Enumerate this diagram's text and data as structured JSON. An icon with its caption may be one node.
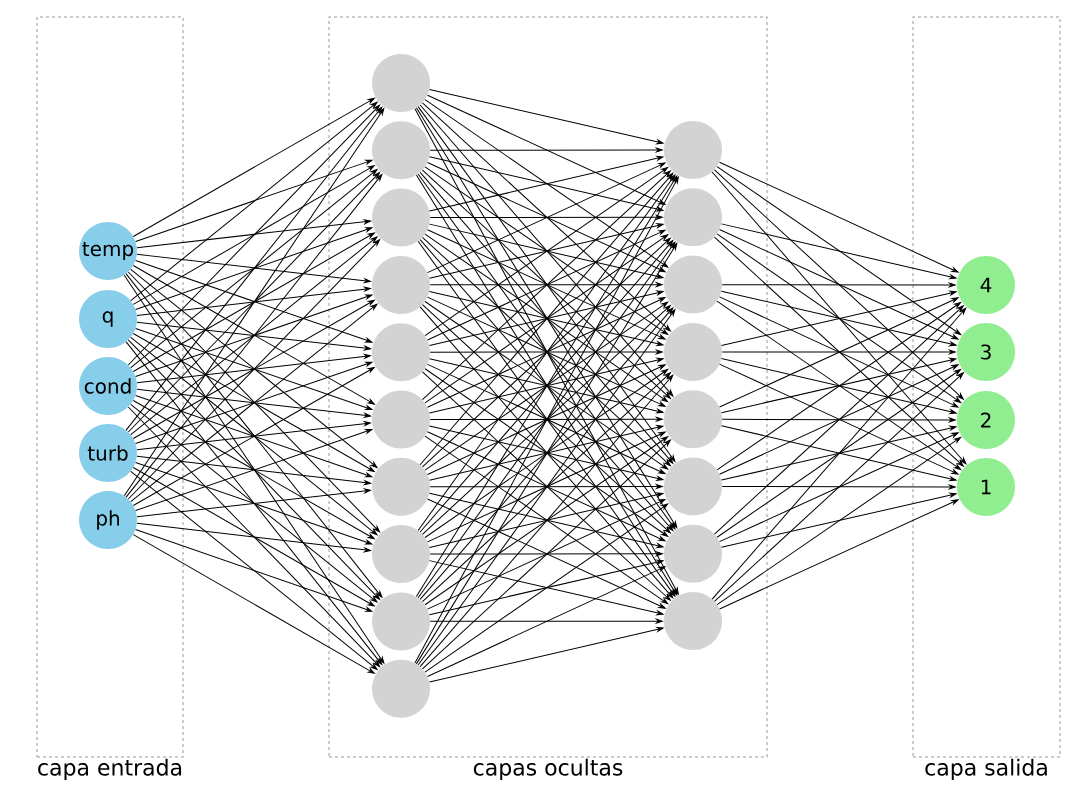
{
  "diagram": {
    "nodes": [
      {
        "text": [
          "capa entrada"
        ]
      },
      {
        "text": [
          "temp"
        ],
        "in": 0
      },
      {
        "text": [
          "q"
        ],
        "in": 0
      },
      {
        "text": [
          "cond"
        ],
        "in": 0
      },
      {
        "text": [
          "turb"
        ],
        "in": 0
      },
      {
        "text": [
          "ph"
        ],
        "in": 0
      },
      {
        "text": [
          "capas ocultas"
        ]
      },
      {
        "text": [],
        "shape": "circle",
        "in": 6
      },
      {
        "text": [],
        "shape": "circle",
        "in": 6
      },
      {
        "text": [],
        "shape": "circle",
        "in": 6
      },
      {
        "text": [],
        "shape": "circle",
        "in": 6
      },
      {
        "text": [],
        "shape": "circle",
        "in": 6
      },
      {
        "text": [],
        "shape": "circle",
        "in": 6
      },
      {
        "text": [],
        "shape": "circle",
        "in": 6
      },
      {
        "text": [],
        "shape": "circle",
        "in": 6
      },
      {
        "text": [],
        "shape": "circle",
        "in": 6
      },
      {
        "text": [],
        "shape": "circle",
        "in": 6
      },
      {
        "text": [],
        "shape": "circle",
        "in": 6
      },
      {
        "text": [],
        "shape": "circle",
        "in": 6
      },
      {
        "text": [],
        "shape": "circle",
        "in": 6
      },
      {
        "text": [],
        "shape": "circle",
        "in": 6
      },
      {
        "text": [],
        "shape": "circle",
        "in": 6
      },
      {
        "text": [],
        "shape": "circle",
        "in": 6
      },
      {
        "text": [],
        "shape": "circle",
        "in": 6
      },
      {
        "text": [],
        "shape": "circle",
        "in": 6
      },
      {
        "text": [
          "capa salida"
        ]
      },
      {
        "text": [
          "4"
        ],
        "in": 25
      },
      {
        "text": [
          "3"
        ],
        "in": 25
      },
      {
        "text": [
          "2"
        ],
        "in": 25
      },
      {
        "text": [
          "1"
        ],
        "in": 25
      }
    ],
    "edges": [
      {
        "from": 1,
        "to": 7,
        "arrow": "to"
      },
      {
        "from": 1,
        "to": 8,
        "arrow": "to"
      },
      {
        "from": 1,
        "to": 9,
        "arrow": "to"
      },
      {
        "from": 1,
        "to": 10,
        "arrow": "to"
      },
      {
        "from": 1,
        "to": 11,
        "arrow": "to"
      },
      {
        "from": 1,
        "to": 12,
        "arrow": "to"
      },
      {
        "from": 1,
        "to": 13,
        "arrow": "to"
      },
      {
        "from": 1,
        "to": 14,
        "arrow": "to"
      },
      {
        "from": 1,
        "to": 15,
        "arrow": "to"
      },
      {
        "from": 1,
        "to": 16,
        "arrow": "to"
      },
      {
        "from": 2,
        "to": 7,
        "arrow": "to"
      },
      {
        "from": 2,
        "to": 8,
        "arrow": "to"
      },
      {
        "from": 2,
        "to": 9,
        "arrow": "to"
      },
      {
        "from": 2,
        "to": 10,
        "arrow": "to"
      },
      {
        "from": 2,
        "to": 11,
        "arrow": "to"
      },
      {
        "from": 2,
        "to": 12,
        "arrow": "to"
      },
      {
        "from": 2,
        "to": 13,
        "arrow": "to"
      },
      {
        "from": 2,
        "to": 14,
        "arrow": "to"
      },
      {
        "from": 2,
        "to": 15,
        "arrow": "to"
      },
      {
        "from": 2,
        "to": 16,
        "arrow": "to"
      },
      {
        "from": 3,
        "to": 7,
        "arrow": "to"
      },
      {
        "from": 3,
        "to": 8,
        "arrow": "to"
      },
      {
        "from": 3,
        "to": 9,
        "arrow": "to"
      },
      {
        "from": 3,
        "to": 10,
        "arrow": "to"
      },
      {
        "from": 3,
        "to": 11,
        "arrow": "to"
      },
      {
        "from": 3,
        "to": 12,
        "arrow": "to"
      },
      {
        "from": 3,
        "to": 13,
        "arrow": "to"
      },
      {
        "from": 3,
        "to": 14,
        "arrow": "to"
      },
      {
        "from": 3,
        "to": 15,
        "arrow": "to"
      },
      {
        "from": 3,
        "to": 16,
        "arrow": "to"
      },
      {
        "from": 4,
        "to": 7,
        "arrow": "to"
      },
      {
        "from": 4,
        "to": 8,
        "arrow": "to"
      },
      {
        "from": 4,
        "to": 9,
        "arrow": "to"
      },
      {
        "from": 4,
        "to": 10,
        "arrow": "to"
      },
      {
        "from": 4,
        "to": 11,
        "arrow": "to"
      },
      {
        "from": 4,
        "to": 12,
        "arrow": "to"
      },
      {
        "from": 4,
        "to": 13,
        "arrow": "to"
      },
      {
        "from": 4,
        "to": 14,
        "arrow": "to"
      },
      {
        "from": 4,
        "to": 15,
        "arrow": "to"
      },
      {
        "from": 4,
        "to": 16,
        "arrow": "to"
      },
      {
        "from": 5,
        "to": 7,
        "arrow": "to"
      },
      {
        "from": 5,
        "to": 8,
        "arrow": "to"
      },
      {
        "from": 5,
        "to": 9,
        "arrow": "to"
      },
      {
        "from": 5,
        "to": 10,
        "arrow": "to"
      },
      {
        "from": 5,
        "to": 11,
        "arrow": "to"
      },
      {
        "from": 5,
        "to": 12,
        "arrow": "to"
      },
      {
        "from": 5,
        "to": 13,
        "arrow": "to"
      },
      {
        "from": 5,
        "to": 14,
        "arrow": "to"
      },
      {
        "from": 5,
        "to": 15,
        "arrow": "to"
      },
      {
        "from": 5,
        "to": 16,
        "arrow": "to"
      },
      {
        "from": 7,
        "to": 17,
        "arrow": "to"
      },
      {
        "from": 7,
        "to": 18,
        "arrow": "to"
      },
      {
        "from": 7,
        "to": 19,
        "arrow": "to"
      },
      {
        "from": 7,
        "to": 20,
        "arrow": "to"
      },
      {
        "from": 7,
        "to": 21,
        "arrow": "to"
      },
      {
        "from": 7,
        "to": 22,
        "arrow": "to"
      },
      {
        "from": 7,
        "to": 23,
        "arrow": "to"
      },
      {
        "from": 7,
        "to": 24,
        "arrow": "to"
      },
      {
        "from": 8,
        "to": 17,
        "arrow": "to"
      },
      {
        "from": 8,
        "to": 18,
        "arrow": "to"
      },
      {
        "from": 8,
        "to": 19,
        "arrow": "to"
      },
      {
        "from": 8,
        "to": 20,
        "arrow": "to"
      },
      {
        "from": 8,
        "to": 21,
        "arrow": "to"
      },
      {
        "from": 8,
        "to": 22,
        "arrow": "to"
      },
      {
        "from": 8,
        "to": 23,
        "arrow": "to"
      },
      {
        "from": 8,
        "to": 24,
        "arrow": "to"
      },
      {
        "from": 9,
        "to": 17,
        "arrow": "to"
      },
      {
        "from": 9,
        "to": 18,
        "arrow": "to"
      },
      {
        "from": 9,
        "to": 19,
        "arrow": "to"
      },
      {
        "from": 9,
        "to": 20,
        "arrow": "to"
      },
      {
        "from": 9,
        "to": 21,
        "arrow": "to"
      },
      {
        "from": 9,
        "to": 22,
        "arrow": "to"
      },
      {
        "from": 9,
        "to": 23,
        "arrow": "to"
      },
      {
        "from": 9,
        "to": 24,
        "arrow": "to"
      },
      {
        "from": 10,
        "to": 17,
        "arrow": "to"
      },
      {
        "from": 10,
        "to": 18,
        "arrow": "to"
      },
      {
        "from": 10,
        "to": 19,
        "arrow": "to"
      },
      {
        "from": 10,
        "to": 20,
        "arrow": "to"
      },
      {
        "from": 10,
        "to": 21,
        "arrow": "to"
      },
      {
        "from": 10,
        "to": 22,
        "arrow": "to"
      },
      {
        "from": 10,
        "to": 23,
        "arrow": "to"
      },
      {
        "from": 10,
        "to": 24,
        "arrow": "to"
      },
      {
        "from": 11,
        "to": 17,
        "arrow": "to"
      },
      {
        "from": 11,
        "to": 18,
        "arrow": "to"
      },
      {
        "from": 11,
        "to": 19,
        "arrow": "to"
      },
      {
        "from": 11,
        "to": 20,
        "arrow": "to"
      },
      {
        "from": 11,
        "to": 21,
        "arrow": "to"
      },
      {
        "from": 11,
        "to": 22,
        "arrow": "to"
      },
      {
        "from": 11,
        "to": 23,
        "arrow": "to"
      },
      {
        "from": 11,
        "to": 24,
        "arrow": "to"
      },
      {
        "from": 12,
        "to": 17,
        "arrow": "to"
      },
      {
        "from": 12,
        "to": 18,
        "arrow": "to"
      },
      {
        "from": 12,
        "to": 19,
        "arrow": "to"
      },
      {
        "from": 12,
        "to": 20,
        "arrow": "to"
      },
      {
        "from": 12,
        "to": 21,
        "arrow": "to"
      },
      {
        "from": 12,
        "to": 22,
        "arrow": "to"
      },
      {
        "from": 12,
        "to": 23,
        "arrow": "to"
      },
      {
        "from": 12,
        "to": 24,
        "arrow": "to"
      },
      {
        "from": 13,
        "to": 17,
        "arrow": "to"
      },
      {
        "from": 13,
        "to": 18,
        "arrow": "to"
      },
      {
        "from": 13,
        "to": 19,
        "arrow": "to"
      },
      {
        "from": 13,
        "to": 20,
        "arrow": "to"
      },
      {
        "from": 13,
        "to": 21,
        "arrow": "to"
      },
      {
        "from": 13,
        "to": 22,
        "arrow": "to"
      },
      {
        "from": 13,
        "to": 23,
        "arrow": "to"
      },
      {
        "from": 13,
        "to": 24,
        "arrow": "to"
      },
      {
        "from": 14,
        "to": 17,
        "arrow": "to"
      },
      {
        "from": 14,
        "to": 18,
        "arrow": "to"
      },
      {
        "from": 14,
        "to": 19,
        "arrow": "to"
      },
      {
        "from": 14,
        "to": 20,
        "arrow": "to"
      },
      {
        "from": 14,
        "to": 21,
        "arrow": "to"
      },
      {
        "from": 14,
        "to": 22,
        "arrow": "to"
      },
      {
        "from": 14,
        "to": 23,
        "arrow": "to"
      },
      {
        "from": 14,
        "to": 24,
        "arrow": "to"
      },
      {
        "from": 15,
        "to": 17,
        "arrow": "to"
      },
      {
        "from": 15,
        "to": 18,
        "arrow": "to"
      },
      {
        "from": 15,
        "to": 19,
        "arrow": "to"
      },
      {
        "from": 15,
        "to": 20,
        "arrow": "to"
      },
      {
        "from": 15,
        "to": 21,
        "arrow": "to"
      },
      {
        "from": 15,
        "to": 22,
        "arrow": "to"
      },
      {
        "from": 15,
        "to": 23,
        "arrow": "to"
      },
      {
        "from": 15,
        "to": 24,
        "arrow": "to"
      },
      {
        "from": 16,
        "to": 17,
        "arrow": "to"
      },
      {
        "from": 16,
        "to": 18,
        "arrow": "to"
      },
      {
        "from": 16,
        "to": 19,
        "arrow": "to"
      },
      {
        "from": 16,
        "to": 20,
        "arrow": "to"
      },
      {
        "from": 16,
        "to": 21,
        "arrow": "to"
      },
      {
        "from": 16,
        "to": 22,
        "arrow": "to"
      },
      {
        "from": 16,
        "to": 23,
        "arrow": "to"
      },
      {
        "from": 16,
        "to": 24,
        "arrow": "to"
      },
      {
        "from": 17,
        "to": 26,
        "arrow": "to"
      },
      {
        "from": 17,
        "to": 27,
        "arrow": "to"
      },
      {
        "from": 17,
        "to": 28,
        "arrow": "to"
      },
      {
        "from": 17,
        "to": 29,
        "arrow": "to"
      },
      {
        "from": 18,
        "to": 26,
        "arrow": "to"
      },
      {
        "from": 18,
        "to": 27,
        "arrow": "to"
      },
      {
        "from": 18,
        "to": 28,
        "arrow": "to"
      },
      {
        "from": 18,
        "to": 29,
        "arrow": "to"
      },
      {
        "from": 19,
        "to": 26,
        "arrow": "to"
      },
      {
        "from": 19,
        "to": 27,
        "arrow": "to"
      },
      {
        "from": 19,
        "to": 28,
        "arrow": "to"
      },
      {
        "from": 19,
        "to": 29,
        "arrow": "to"
      },
      {
        "from": 20,
        "to": 26,
        "arrow": "to"
      },
      {
        "from": 20,
        "to": 27,
        "arrow": "to"
      },
      {
        "from": 20,
        "to": 28,
        "arrow": "to"
      },
      {
        "from": 20,
        "to": 29,
        "arrow": "to"
      },
      {
        "from": 21,
        "to": 26,
        "arrow": "to"
      },
      {
        "from": 21,
        "to": 27,
        "arrow": "to"
      },
      {
        "from": 21,
        "to": 28,
        "arrow": "to"
      },
      {
        "from": 21,
        "to": 29,
        "arrow": "to"
      },
      {
        "from": 22,
        "to": 26,
        "arrow": "to"
      },
      {
        "from": 22,
        "to": 27,
        "arrow": "to"
      },
      {
        "from": 22,
        "to": 28,
        "arrow": "to"
      },
      {
        "from": 22,
        "to": 29,
        "arrow": "to"
      },
      {
        "from": 23,
        "to": 26,
        "arrow": "to"
      },
      {
        "from": 23,
        "to": 27,
        "arrow": "to"
      },
      {
        "from": 23,
        "to": 28,
        "arrow": "to"
      },
      {
        "from": 23,
        "to": 29,
        "arrow": "to"
      },
      {
        "from": 24,
        "to": 26,
        "arrow": "to"
      },
      {
        "from": 24,
        "to": 27,
        "arrow": "to"
      },
      {
        "from": 24,
        "to": 28,
        "arrow": "to"
      },
      {
        "from": 24,
        "to": 29,
        "arrow": "to"
      }
    ]
  }
}
